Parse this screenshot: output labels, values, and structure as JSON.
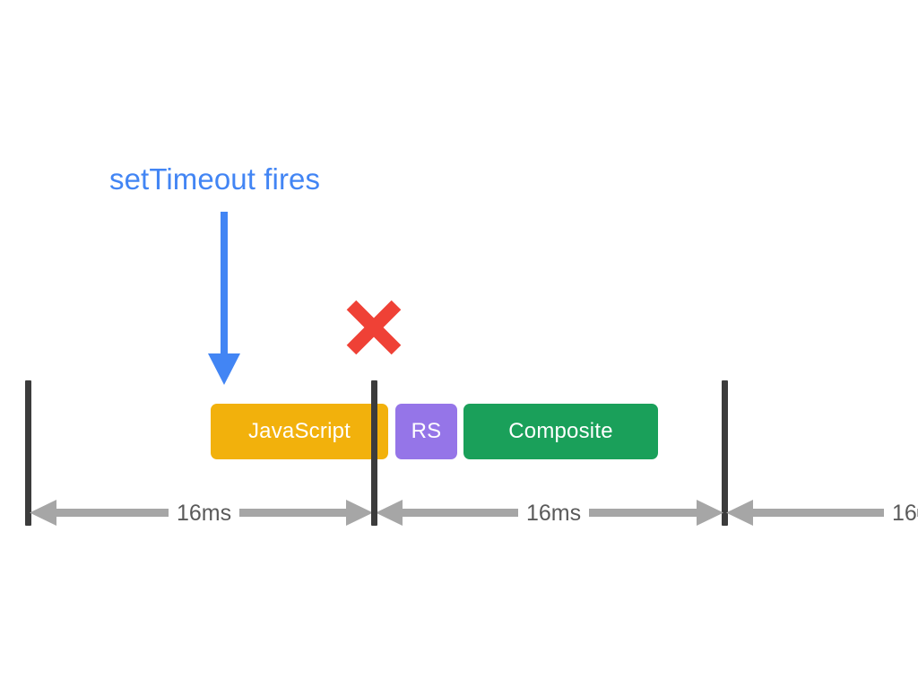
{
  "diagram": {
    "title_text": "setTimeout fires",
    "annotation": {
      "label": "setTimeout fires",
      "color": "#4285F4",
      "arrow_name": "down-arrow",
      "arrow_color": "#4285F4"
    },
    "x_mark": {
      "name": "missed-frame-x",
      "glyph": "✕",
      "color": "#EF4136"
    },
    "frame_ticks": [
      {
        "name": "frame-boundary-0",
        "color": "#3c3c3c"
      },
      {
        "name": "frame-boundary-1",
        "color": "#3c3c3c"
      },
      {
        "name": "frame-boundary-2",
        "color": "#3c3c3c"
      }
    ],
    "bars": [
      {
        "label": "JavaScript",
        "color": "#F2B10C",
        "text_color": "#ffffff"
      },
      {
        "label": "RS",
        "color": "#9575E8",
        "text_color": "#ffffff"
      },
      {
        "label": "Composite",
        "color": "#1AA05A",
        "text_color": "#ffffff"
      }
    ],
    "measures": [
      {
        "label": "16ms",
        "color": "#A6A6A6",
        "text_color": "#5a5a5a"
      },
      {
        "label": "16ms",
        "color": "#A6A6A6",
        "text_color": "#5a5a5a"
      },
      {
        "label": "16",
        "color": "#A6A6A6",
        "text_color": "#5a5a5a"
      }
    ],
    "colors": {
      "background": "#ffffff",
      "blue": "#4285F4",
      "red": "#EF4136",
      "yellow": "#F2B10C",
      "purple": "#9575E8",
      "green": "#1AA05A",
      "gray_arrow": "#A6A6A6",
      "tick_dark": "#3c3c3c"
    }
  }
}
